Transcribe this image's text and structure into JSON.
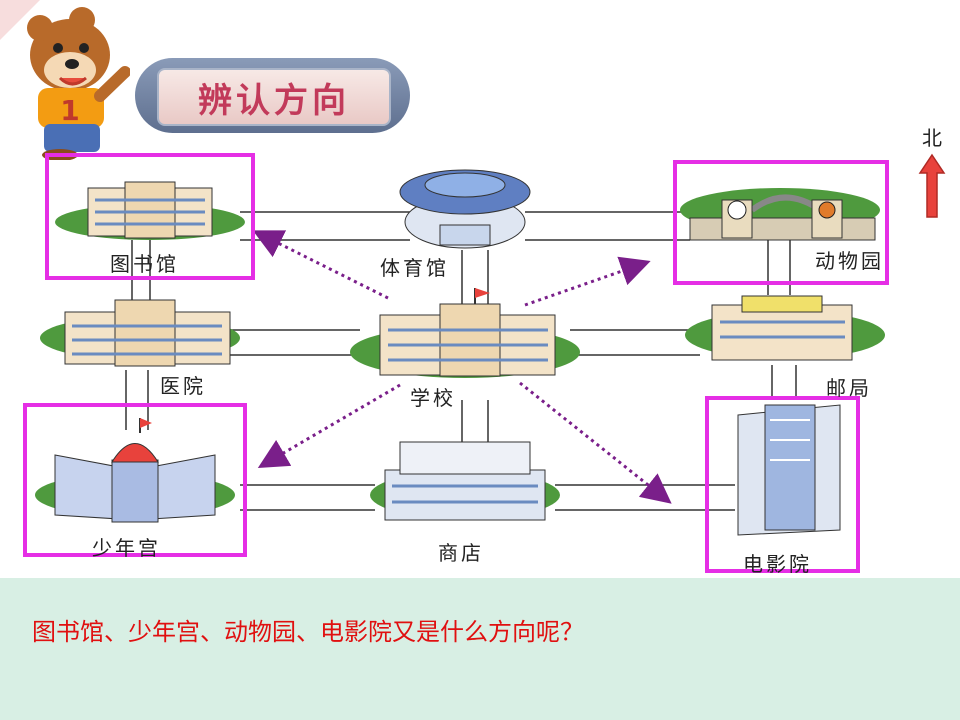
{
  "title": "辨认方向",
  "compass": {
    "label": "北",
    "arrow_color": "#e8423c"
  },
  "buildings": {
    "library": "图书馆",
    "stadium": "体育馆",
    "zoo": "动物园",
    "hospital": "医院",
    "school": "学校",
    "post_office": "邮局",
    "youth_palace": "少年宫",
    "store": "商店",
    "cinema": "电影院"
  },
  "colors": {
    "highlight": "#e52ee5",
    "guide_arrow": "#7a1f8a",
    "question": "#e01010",
    "footer_bg": "#d8efe4"
  },
  "question": "图书馆、少年宫、动物园、电影院又是什么方向呢？"
}
